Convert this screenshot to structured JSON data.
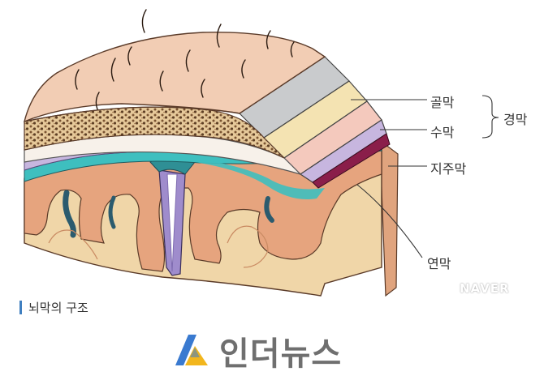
{
  "labels": {
    "bone": "골막",
    "dura": "경막",
    "inner_dura": "수막",
    "arachnoid": "지주막",
    "pia": "연막"
  },
  "caption": "뇌막의 구조",
  "watermark": "NAVER",
  "brand": {
    "name": "인더뉴스",
    "logo": "inthenews-logo-icon"
  },
  "colors": {
    "scalp": "#f2cdb4",
    "bone": "#f4e3b2",
    "bone_gray": "#c9cbcd",
    "dura": "#f4c9bd",
    "arachnoid": "#c7b6df",
    "csf": "#3ebfbf",
    "gray_matter": "#e6a47e",
    "white_matter": "#f0d6a8",
    "caption_bar": "#3f7fc0",
    "logo_blue": "#3a7ad0",
    "logo_yellow": "#f2b61d"
  }
}
